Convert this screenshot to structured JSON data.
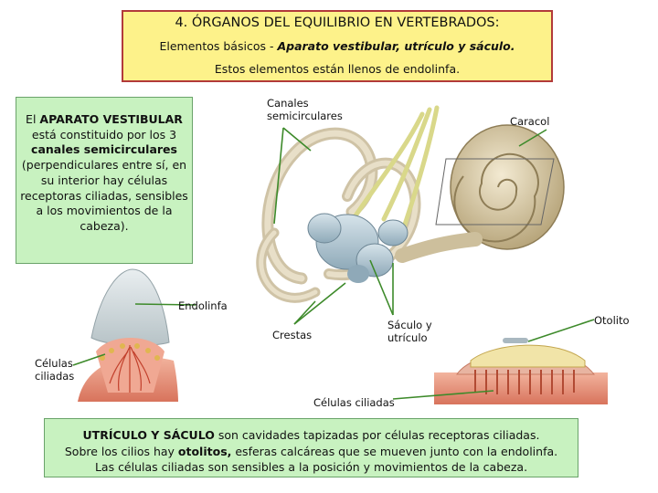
{
  "header": {
    "title": "4. ÓRGANOS DEL EQUILIBRIO EN VERTEBRADOS:",
    "line2_prefix": "Elementos básicos - ",
    "line2_bold": "Aparato vestibular, utrículo y sáculo.",
    "line3": "Estos elementos están llenos de endolinfa."
  },
  "left_box": {
    "p1": "El ",
    "b1": "APARATO VESTIBULAR",
    "p2": " está constituido por los 3 ",
    "b2": "canales semicirculares",
    "p3": " (perpendiculares entre sí, en su interior hay células receptoras ciliadas, sensibles a los movimientos de la cabeza)."
  },
  "labels": {
    "canales": "Canales semicirculares",
    "caracol": "Caracol",
    "endolinfa": "Endolinfa",
    "crestas": "Crestas",
    "saculo": "Sáculo y utrículo",
    "otolito": "Otolito",
    "celulas_left": "Células ciliadas",
    "celulas_bottom": "Células ciliadas"
  },
  "bottom_box": {
    "b1": "UTRÍCULO Y SÁCULO",
    "p1": " son cavidades tapizadas por células receptoras ciliadas.",
    "p2": "Sobre los cilios hay ",
    "b2": "otolitos,",
    "p3": " esferas calcáreas que se mueven junto con la endolinfa.",
    "p4": "Las células ciliadas son sensibles a la posición y movimientos de la cabeza."
  },
  "colors": {
    "title_bg": "#fdf28a",
    "title_border": "#b23a3a",
    "box_bg": "#c8f2c0",
    "arrow": "#3d8a2a",
    "bone": "#d9cdb0",
    "labyrinth": "#a9c1cf",
    "tissue": "#e8907a"
  }
}
